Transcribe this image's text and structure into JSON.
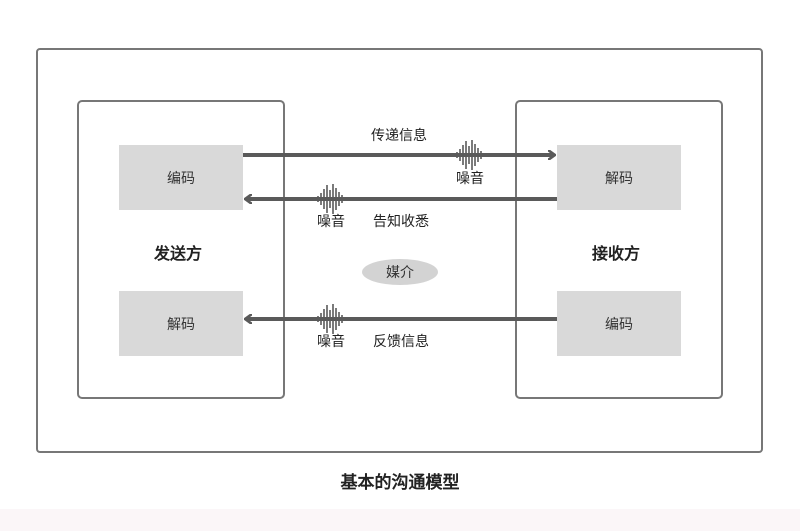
{
  "caption": "基本的沟通模型",
  "sender": {
    "title": "发送方",
    "top_box": "编码",
    "bottom_box": "解码"
  },
  "receiver": {
    "title": "接收方",
    "top_box": "解码",
    "bottom_box": "编码"
  },
  "media": "媒介",
  "messages": {
    "transmit": "传递信息",
    "acknowledge": "告知收悉",
    "feedback": "反馈信息"
  },
  "noise": {
    "label_1": "噪音",
    "label_2": "噪音",
    "label_3": "噪音",
    "icon": "sound-wave-icon"
  },
  "colors": {
    "arrow": "#5a5a5a",
    "box_fill": "#d9d9d9",
    "border": "#777777"
  }
}
